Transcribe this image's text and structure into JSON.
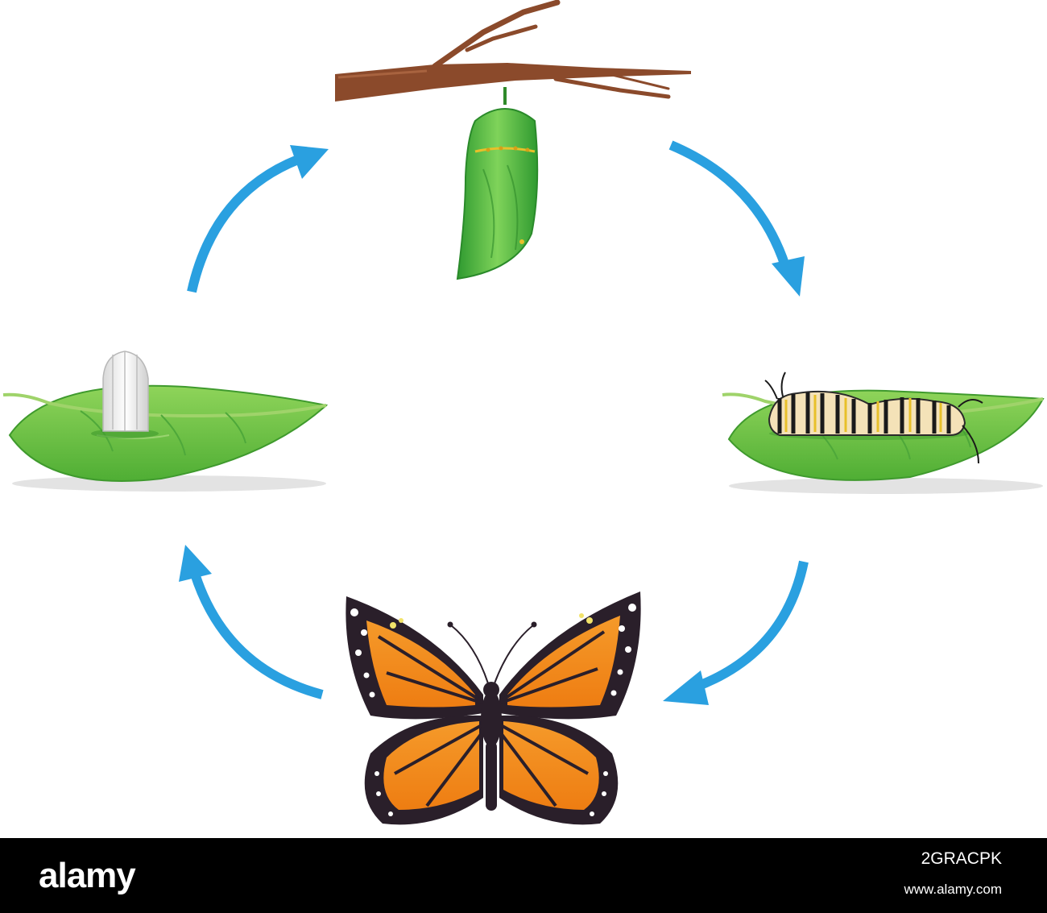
{
  "footer": {
    "logo": "alamy",
    "image_id": "2GRACPK",
    "url": "www.alamy.com"
  },
  "colors": {
    "arrow": "#2aa0e0",
    "leaf": "#6cc24a",
    "leaf_dark": "#3f9a2d",
    "chrysalis": "#3fae3a",
    "branch": "#8b4a2b",
    "wing_orange": "#f28a1c",
    "wing_black": "#2a1f2a",
    "footer_bg": "#000000"
  },
  "diagram": {
    "stages": [
      "egg",
      "caterpillar",
      "chrysalis",
      "butterfly"
    ]
  }
}
